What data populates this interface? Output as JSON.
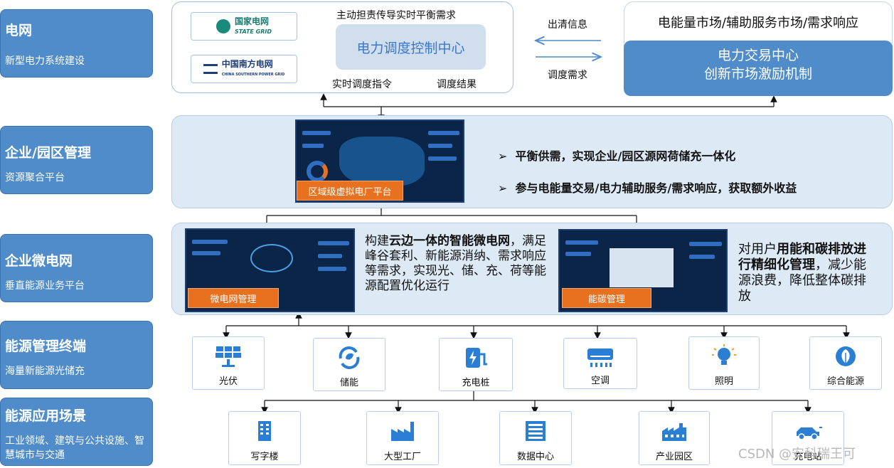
{
  "left": [
    {
      "title": "电网",
      "subtitle": "新型电力系统建设"
    },
    {
      "title": "企业/园区管理",
      "subtitle": "资源聚合平台"
    },
    {
      "title": "企业微电网",
      "subtitle": "垂直能源业务平台"
    },
    {
      "title": "能源管理终端",
      "subtitle": "海量新能源光储充"
    },
    {
      "title": "能源应用场景",
      "subtitle": "工业领域、建筑与公共设施、智慧城市与交通"
    }
  ],
  "grid": {
    "logo1_cn": "国家电网",
    "logo1_en": "STATE GRID",
    "logo2_cn": "中国南方电网",
    "logo2_en": "CHINA SOUTHERN POWER GRID",
    "top_note": "主动担责传导实时平衡需求",
    "center": "电力调度控制中心",
    "left_note": "实时调度指令",
    "right_note": "调度结果",
    "arrow_top": "出清信息",
    "arrow_bottom": "调度需求",
    "market": "电能量市场/辅助服务市场/需求响应",
    "trade_line1": "电力交易中心",
    "trade_line2": "创新市场激励机制"
  },
  "enterprise": {
    "platform": "区域级虚拟电厂平台",
    "bullet1": "平衡供需，实现企业/园区源网荷储充一体化",
    "bullet2": "参与电能量交易/电力辅助服务/需求响应，获取额外收益"
  },
  "micro": {
    "label1": "微电网管理",
    "desc1_pre": "构建",
    "desc1_bold": "云边一体的智能微电网",
    "desc1_post": "，满足峰谷套利、新能源消纳、需求响应等需求，实现光、储、充、荷等能源配置优化运行",
    "label2": "能碳管理",
    "desc2_pre": "对用户",
    "desc2_bold": "用能和碳排放进行精细化管理",
    "desc2_post": "，减少能源浪费，降低整体碳排放"
  },
  "terminals": [
    {
      "label": "光伏",
      "icon": "solar-panel-icon"
    },
    {
      "label": "储能",
      "icon": "energy-storage-icon"
    },
    {
      "label": "充电桩",
      "icon": "charging-pile-icon"
    },
    {
      "label": "空调",
      "icon": "air-conditioner-icon"
    },
    {
      "label": "照明",
      "icon": "light-bulb-icon"
    },
    {
      "label": "综合能源",
      "icon": "leaf-energy-icon"
    }
  ],
  "scenes": [
    {
      "label": "写字楼",
      "icon": "office-building-icon"
    },
    {
      "label": "大型工厂",
      "icon": "factory-icon"
    },
    {
      "label": "数据中心",
      "icon": "data-center-icon"
    },
    {
      "label": "产业园区",
      "icon": "industrial-park-icon"
    },
    {
      "label": "充电站",
      "icon": "electric-car-icon"
    }
  ],
  "watermark": "CSDN @安科瑞王可",
  "colors": {
    "accent": "#4f8cc9",
    "icon": "#2a7fd4",
    "orange": "#e8711f",
    "panel": "#dde9f5"
  }
}
